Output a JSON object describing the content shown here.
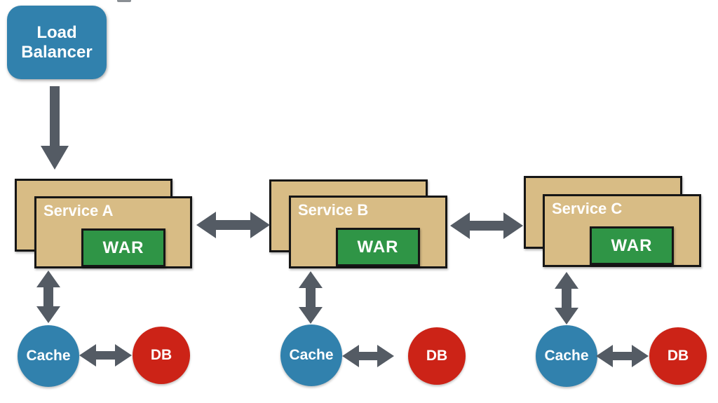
{
  "colors": {
    "node_blue": "#3181ad",
    "service_tan": "#d8bc85",
    "war_green": "#2f9546",
    "db_red": "#cc2317",
    "arrow_gray": "#545b64",
    "border_black": "#161616",
    "text_white": "#ffffff",
    "background": "#ffffff"
  },
  "load_balancer": {
    "label": "Load Balancer"
  },
  "services": [
    {
      "label": "Service A",
      "war_label": "WAR",
      "cache_label": "Cache",
      "db_label": "DB"
    },
    {
      "label": "Service B",
      "war_label": "WAR",
      "cache_label": "Cache",
      "db_label": "DB"
    },
    {
      "label": "Service C",
      "war_label": "WAR",
      "cache_label": "Cache",
      "db_label": "DB"
    }
  ],
  "connections": [
    {
      "from": "load-balancer",
      "to": "service-a",
      "type": "one-way-down"
    },
    {
      "from": "service-a",
      "to": "service-b",
      "type": "two-way"
    },
    {
      "from": "service-b",
      "to": "service-c",
      "type": "two-way"
    },
    {
      "from": "service-a",
      "to": "cache-a",
      "type": "two-way"
    },
    {
      "from": "service-b",
      "to": "cache-b",
      "type": "two-way"
    },
    {
      "from": "service-c",
      "to": "cache-c",
      "type": "two-way"
    },
    {
      "from": "cache-a",
      "to": "db-a",
      "type": "two-way"
    },
    {
      "from": "cache-b",
      "to": "db-b",
      "type": "two-way"
    },
    {
      "from": "cache-c",
      "to": "db-c",
      "type": "two-way"
    }
  ]
}
